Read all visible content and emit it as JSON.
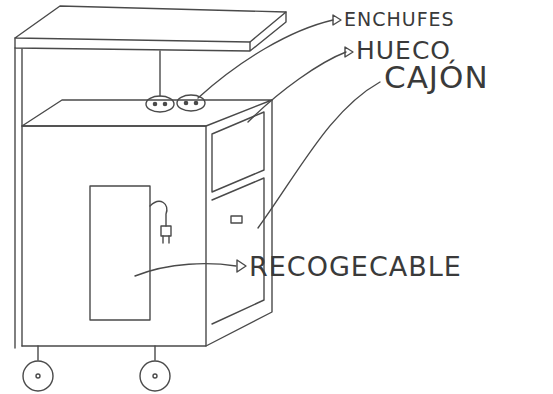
{
  "diagram": {
    "labels": [
      "ENCHUFES",
      "HUECO",
      "CAJÓN",
      "RECOGECABLE"
    ]
  }
}
